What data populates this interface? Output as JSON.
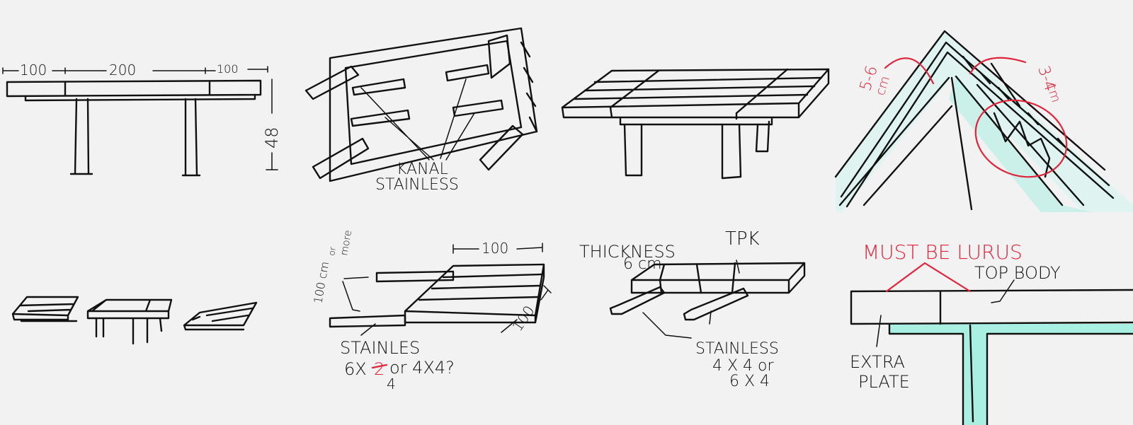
{
  "colors": {
    "background": "#f2f2f2",
    "ink": "#111111",
    "red": "#e0243a",
    "cyan_light": "#dff4f1",
    "cyan": "#a9efe2"
  },
  "sketch1": {
    "dim_left": "100",
    "dim_mid": "200",
    "dim_right": "100",
    "height": "48"
  },
  "sketch2": {
    "label_line1": "KANAL",
    "label_line2": "STAINLESS"
  },
  "sketch4": {
    "dim_left_1": "5-6",
    "dim_left_2": "cm",
    "dim_right_1": "3-4",
    "dim_right_2": "cm"
  },
  "sketch6": {
    "dim_top": "100",
    "dim_side": "100",
    "note_vertical_1": "100 cm",
    "note_vertical_2": "or",
    "note_vertical_3": "more",
    "label1": "STAINLES",
    "label2_a": "6X",
    "label2_struck": "2",
    "label2_b": "or  4X4?",
    "label2_sub": "4"
  },
  "sketch7": {
    "thickness_1": "THICKNESS",
    "thickness_2": "6 cm",
    "material": "TPK",
    "label1": "STAINLESS",
    "label2": "4 X 4 or",
    "label3": "6 X 4"
  },
  "sketch8": {
    "warning": "MUST BE LURUS",
    "top_body": "TOP BODY",
    "extra_1": "EXTRA",
    "extra_2": "PLATE"
  }
}
